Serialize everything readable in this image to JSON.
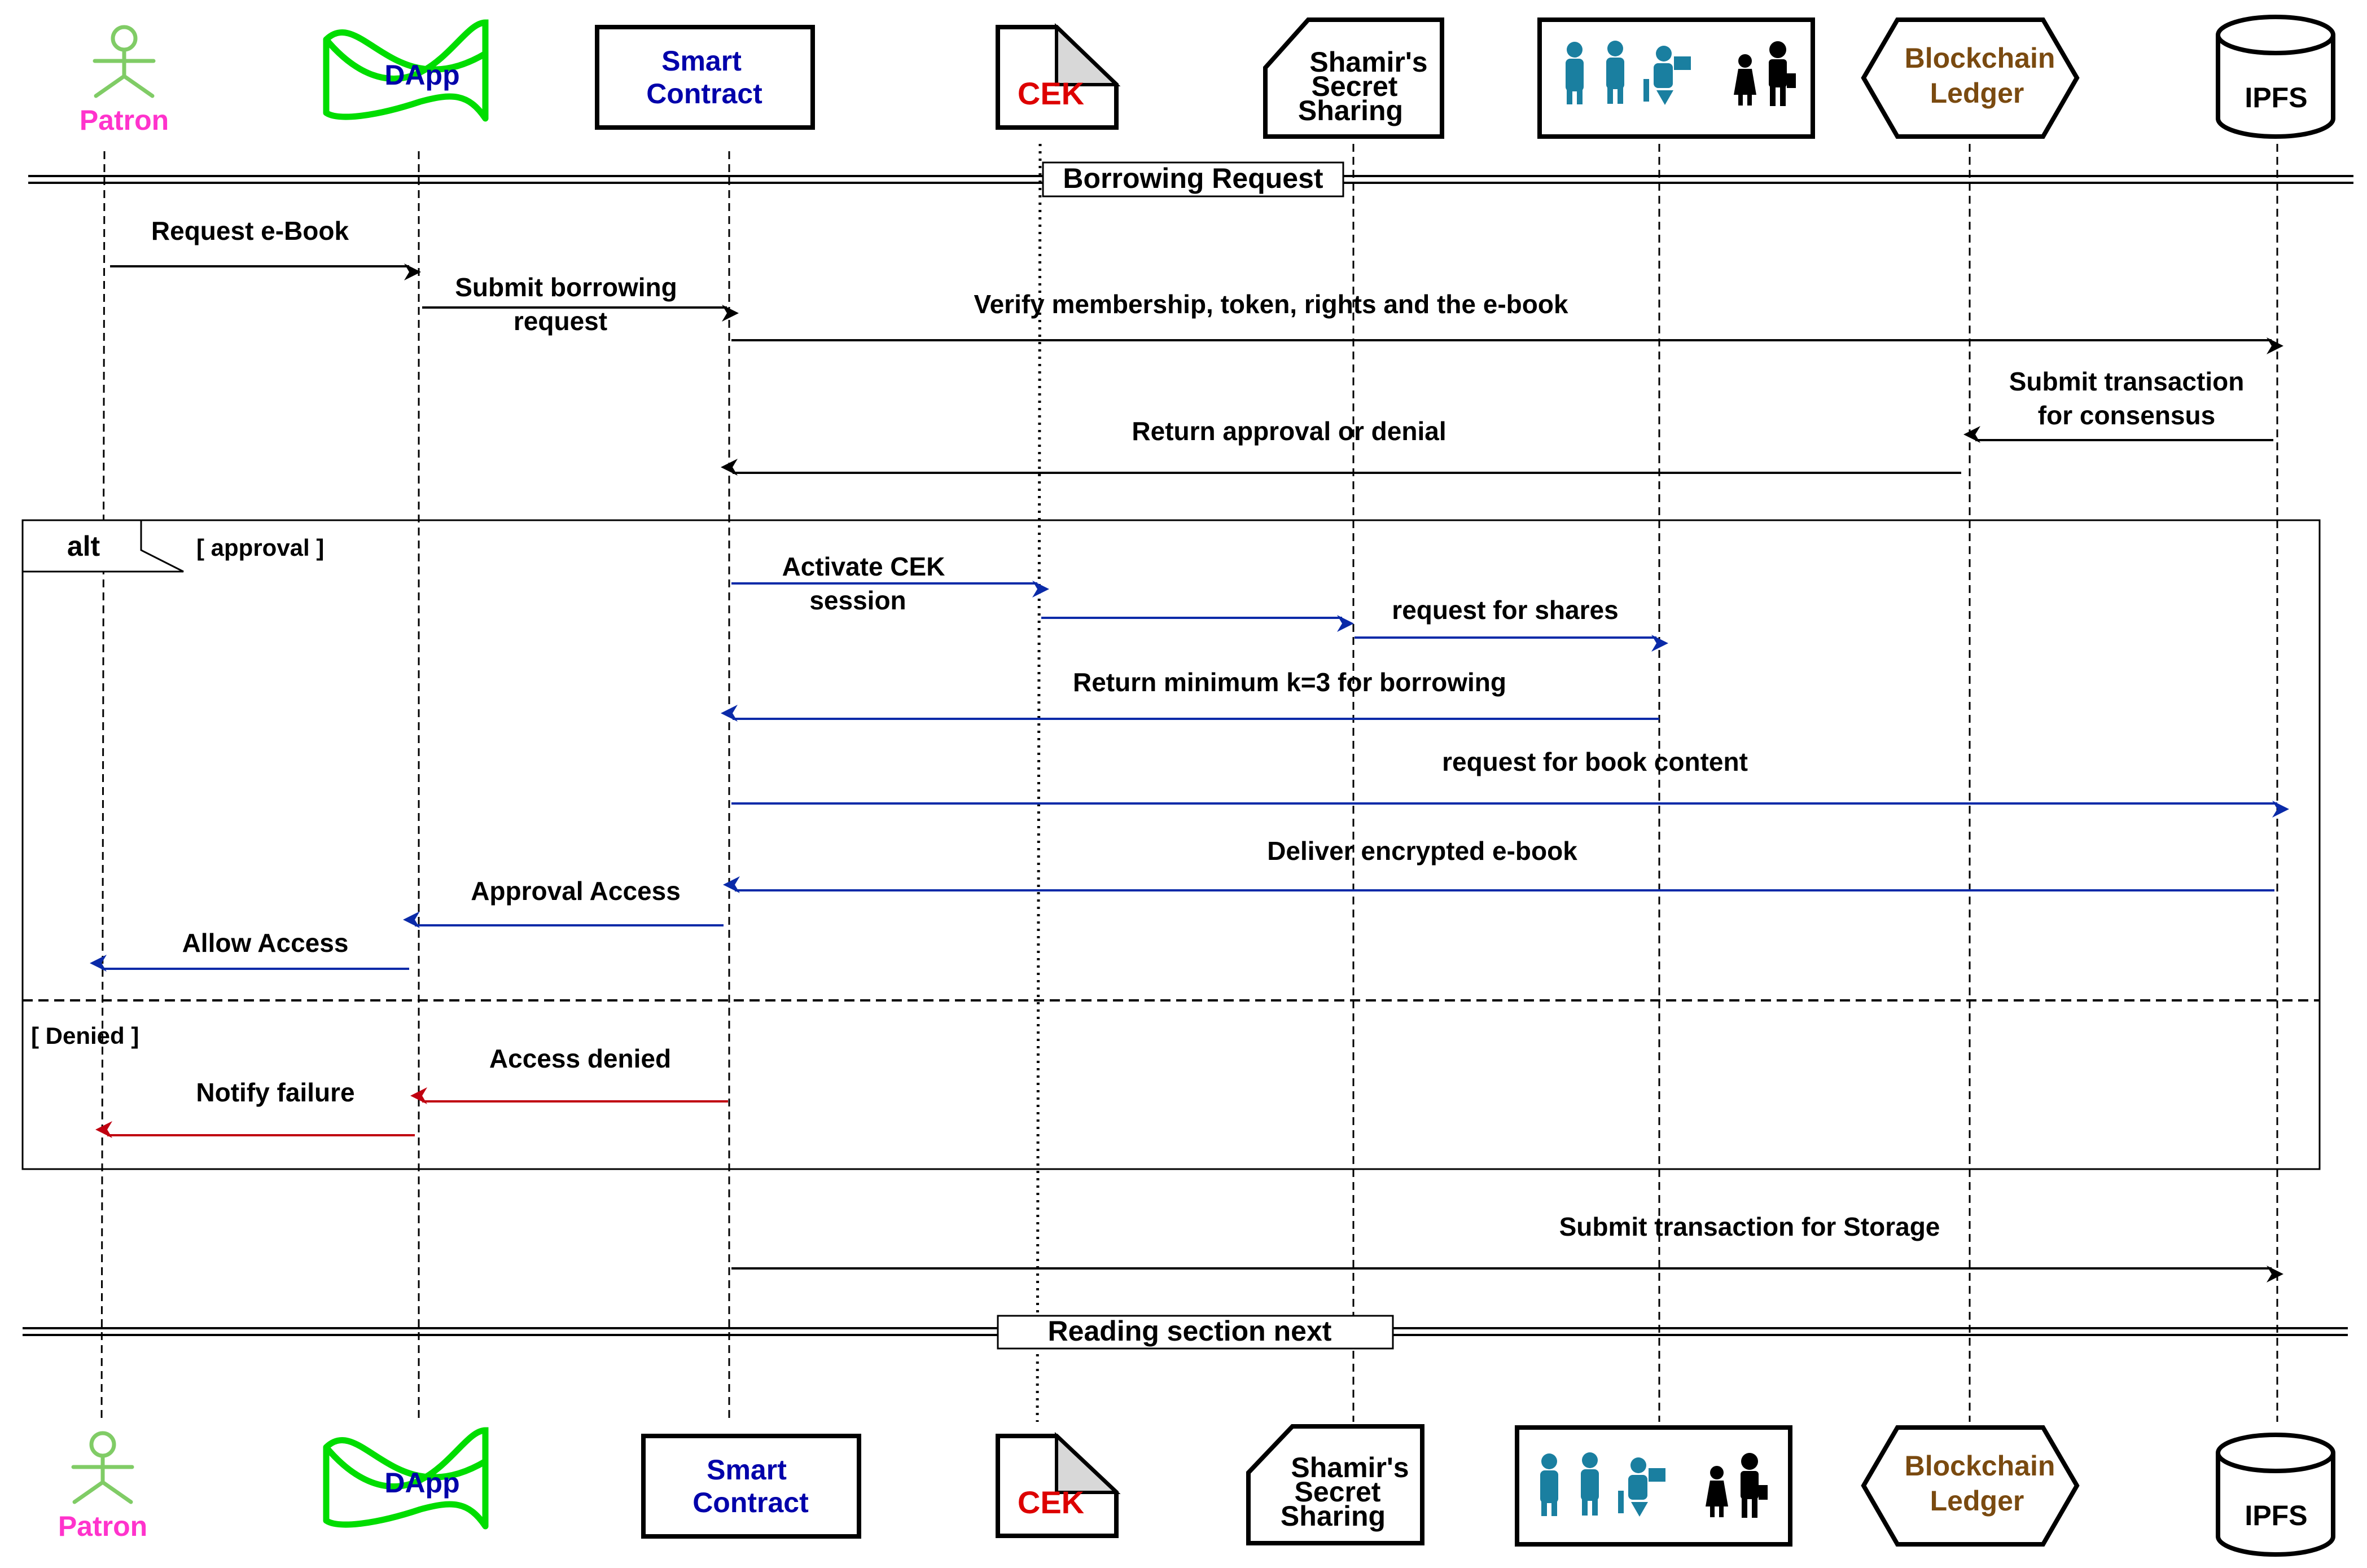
{
  "participants": {
    "patron": {
      "label": "Patron",
      "color": "#ff33cc",
      "icon": "stick-figure-icon",
      "icon_color": "#80cc66"
    },
    "dapp": {
      "label": "DApp",
      "color": "#0000aa",
      "icon": "wavy-banner-icon",
      "icon_color": "#00dd00"
    },
    "smart_contract": {
      "line1": "Smart",
      "line2": "Contract",
      "color": "#0000aa"
    },
    "cek": {
      "label": "CEK",
      "color": "#dd0000",
      "icon": "document-icon"
    },
    "shamir": {
      "line1": "Shamir's",
      "line2": "Secret",
      "line3": "Sharing",
      "color": "#000000",
      "icon": "card-icon"
    },
    "people": {
      "icon": "people-group-icon",
      "icon_color": "#1a7fa0"
    },
    "blockchain": {
      "line1": "Blockchain",
      "line2": "Ledger",
      "color": "#7a4a10",
      "icon": "hexagon-icon"
    },
    "ipfs": {
      "label": "IPFS",
      "color": "#000000",
      "icon": "database-cylinder-icon"
    }
  },
  "dividers": {
    "top": "Borrowing Request",
    "bottom": "Reading section next"
  },
  "alt_frame": {
    "tag": "alt",
    "guard_top": "[ approval ]",
    "guard_bottom": "[ Denied ]"
  },
  "messages": {
    "request_ebook": "Request e-Book",
    "submit_borrowing_1": "Submit borrowing",
    "submit_borrowing_2": "request",
    "verify": "Verify membership, token, rights and the e-book",
    "submit_tx_1": "Submit transaction",
    "submit_tx_2": "for consensus",
    "return_approval": "Return approval or denial",
    "activate_cek_1": "Activate CEK",
    "activate_cek_2": "session",
    "request_shares": "request for shares",
    "return_min": "Return minimum k=3 for borrowing",
    "request_content": "request for book content",
    "deliver": "Deliver encrypted e-book",
    "approval_access": "Approval Access",
    "allow_access": "Allow Access",
    "access_denied": "Access denied",
    "notify_failure": "Notify failure",
    "submit_storage": "Submit transaction for Storage"
  },
  "colors": {
    "black_arrow": "#000000",
    "blue_arrow": "#0a2aa8",
    "red_arrow": "#c00010"
  }
}
